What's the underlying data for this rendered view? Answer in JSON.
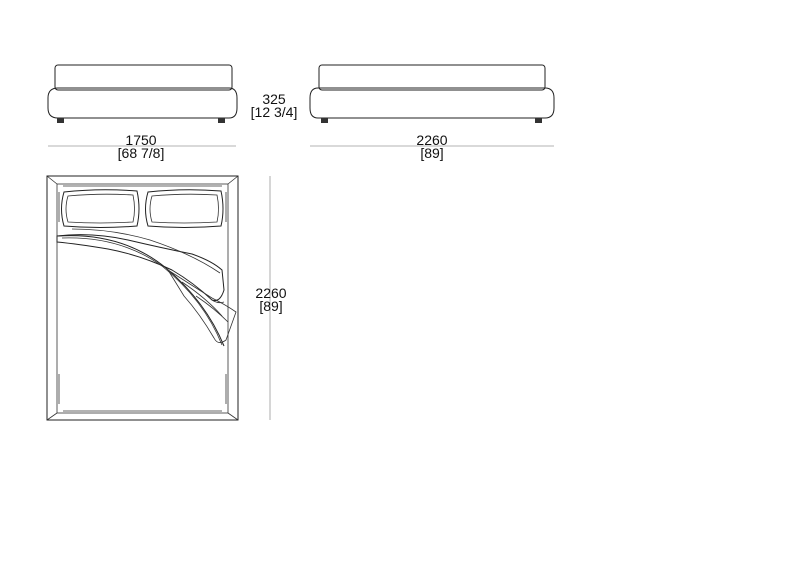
{
  "dimensions": {
    "height": {
      "mm": "325",
      "inches": "[12 3/4]"
    },
    "width": {
      "mm": "1750",
      "inches": "[68 7/8]"
    },
    "length_side": {
      "mm": "2260",
      "inches": "[89]"
    },
    "length_plan": {
      "mm": "2260",
      "inches": "[89]"
    }
  }
}
